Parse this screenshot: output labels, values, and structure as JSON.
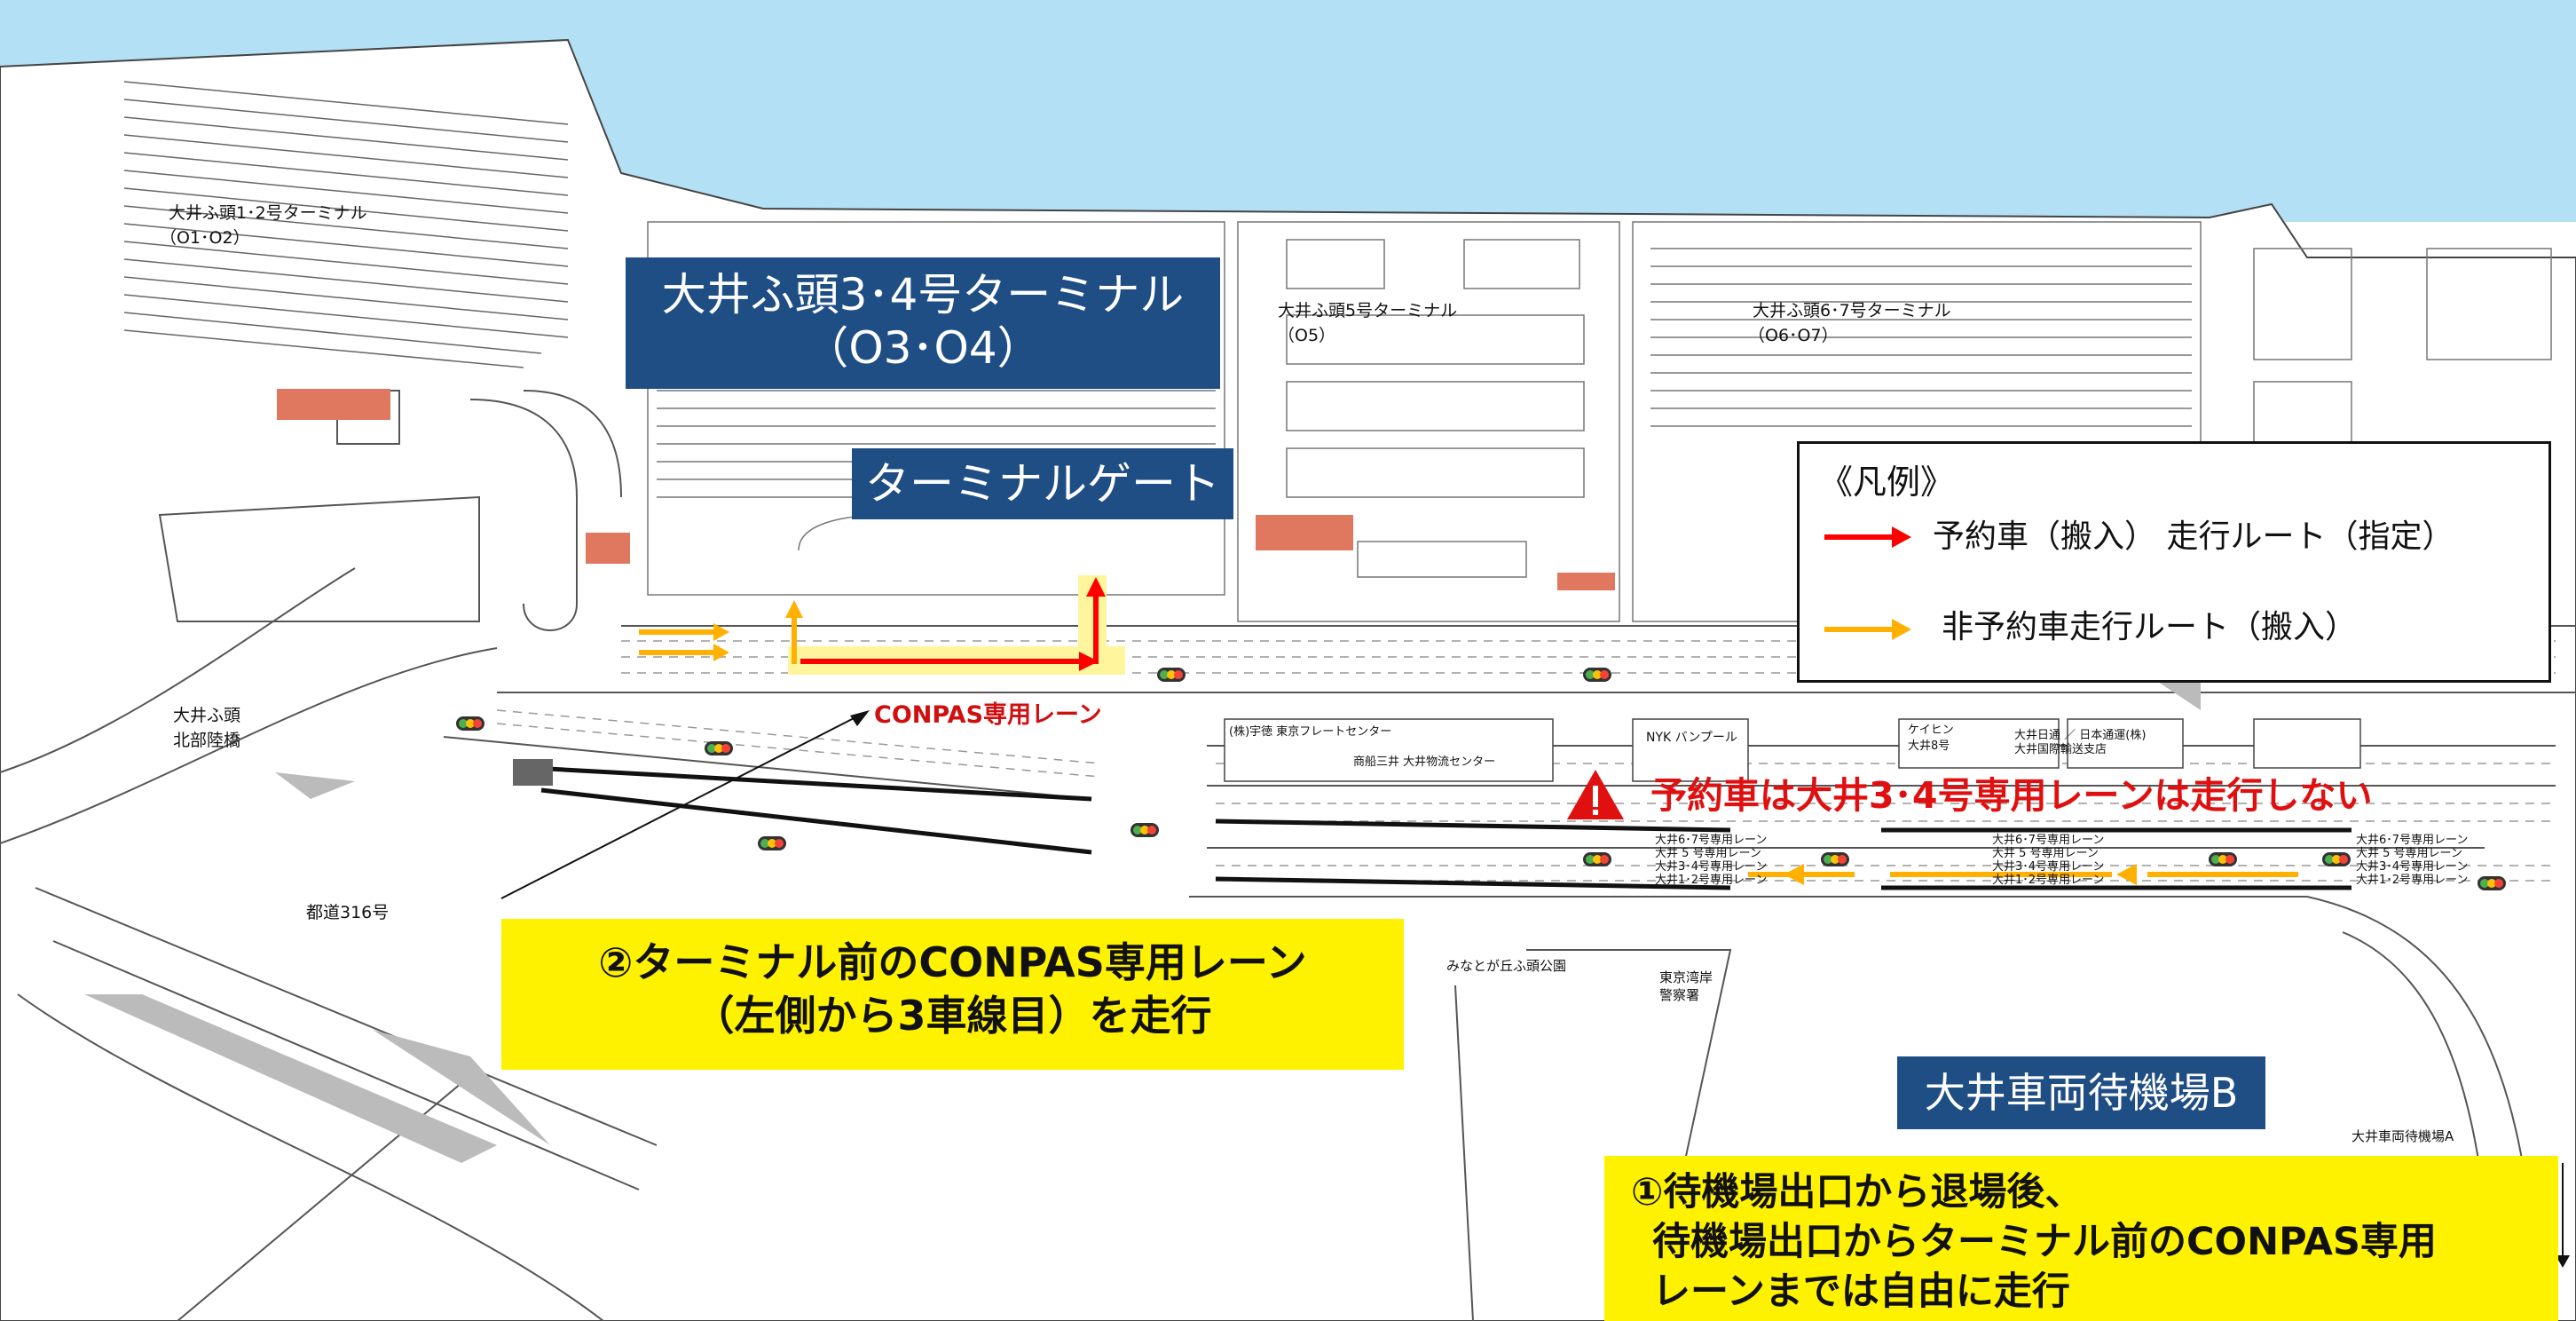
{
  "terminals": {
    "o12_name": "大井ふ頭1･2号ターミナル",
    "o12_code": "（O1･O2）",
    "o34_name": "大井ふ頭3･4号ターミナル",
    "o34_code": "（O3･O4）",
    "o5_name": "大井ふ頭5号ターミナル",
    "o5_code": "（O5）",
    "o67_name": "大井ふ頭6･7号ターミナル",
    "o67_code": "（O6･O7）"
  },
  "gate_label": "ターミナルゲート",
  "conpas_lane_label": "CONPAS専用レーン",
  "legend": {
    "title": "《凡例》",
    "reserved_route": "予約車（搬入） 走行ルート（指定）",
    "nonreserved_route": "非予約車走行ルート（搬入）",
    "reserved_color": "#ff0000",
    "nonreserved_color": "#ffb000"
  },
  "warning": {
    "icon": "warning-triangle-icon",
    "text": "予約車は大井3･4号専用レーンは走行しない"
  },
  "places": {
    "bridge_1": "大井ふ頭",
    "bridge_2": "北部陸橋",
    "route316": "都道316号",
    "park": "みなとが丘ふ頭公園",
    "police_1": "東京湾岸",
    "police_2": "警察署",
    "waiting_a": "大井車両待機場A",
    "nyk": "NYK バンプール",
    "utoku": "(株)宇徳 東京フレートセンター",
    "mitsui": "商船三井 大井物流センター",
    "keihin_1": "ケイヒン",
    "keihin_2": "大井8号",
    "nittsu_1": "大井日通 ／ 日本通運(株)",
    "nittsu_2": "大井国際輸送支店"
  },
  "lane_signs": [
    "大井6･7号専用レーン",
    "大井 5 号専用レーン",
    "大井3･4号専用レーン",
    "大井1･2号専用レーン"
  ],
  "waiting_b_label": "大井車両待機場B",
  "step2": {
    "line1": "②ターミナル前のCONPAS専用レーン",
    "line2": "（左側から3車線目）を走行"
  },
  "step1": {
    "line1": "①待機場出口から退場後、",
    "line2": "待機場出口からターミナル前のCONPAS専用",
    "line3": "レーンまでは自由に走行"
  },
  "colors": {
    "sea": "#b3e0f4",
    "navy": "#1f4e85",
    "highlight": "#fff200",
    "building": "#e07860",
    "warning": "#e01010"
  }
}
